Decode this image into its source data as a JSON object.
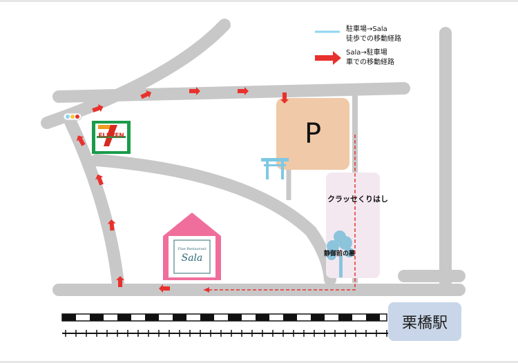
{
  "legend": {
    "walk_route_line1": "駐車場→Sala",
    "walk_route_line2": "徒歩での移動経路",
    "car_route_line1": "Sala→駐車場",
    "car_route_line2": "車での移動経路",
    "walk_color": "#8fd3f0",
    "car_color": "#e8312d"
  },
  "places": {
    "parking": "P",
    "station": "栗橋駅",
    "street": "クラッセくりはし",
    "tomb": "静御前の墓",
    "convenience_store": "ELEVEN",
    "restaurant": "Sala",
    "restaurant_sub": "Fine Restaurant"
  },
  "colors": {
    "road": "#c8c8c8",
    "parking_fill": "#f0c9a8",
    "street_fill": "#f3e8f0",
    "station_fill": "#c9d6e9",
    "restaurant_roof": "#ef6e9b",
    "torii": "#7ec8e3",
    "tree": "#8cc4dc"
  },
  "icons": [
    "traffic-signal-icon",
    "seven-eleven-logo",
    "torii-shrine-icon",
    "tree-icon",
    "restaurant-icon",
    "railway-icon"
  ]
}
